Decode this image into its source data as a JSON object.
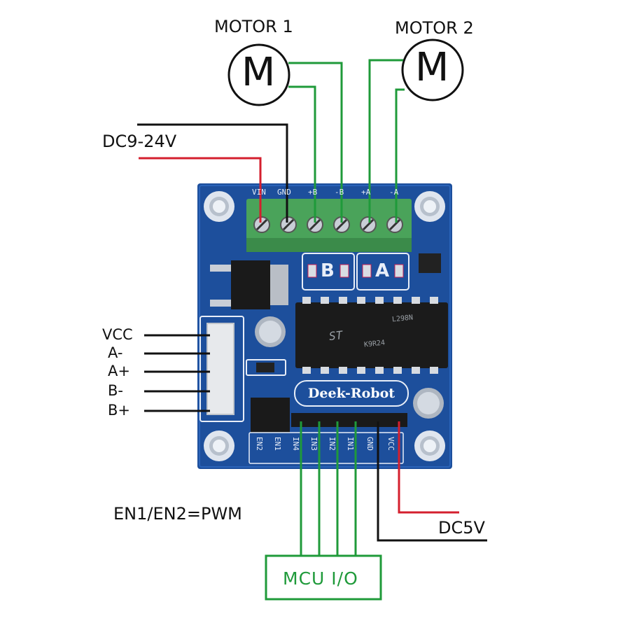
{
  "labels": {
    "motor1": "MOTOR 1",
    "motor2": "MOTOR 2",
    "motor_symbol": "M",
    "dc_in": "DC9-24V",
    "dc_5v": "DC5V",
    "pwm_note": "EN1/EN2=PWM",
    "mcu": "MCU  I/O"
  },
  "stepper_pins": [
    "VCC",
    "A-",
    "A+",
    "B-",
    "B+"
  ],
  "board": {
    "brand": "Deek-Robot",
    "terminal_silk": [
      "VIN",
      "GND",
      "+B",
      "-B",
      "+A",
      "-A"
    ],
    "channel_b": "B",
    "channel_a": "A",
    "header_pins": [
      "EN2",
      "EN1",
      "IN4",
      "IN3",
      "IN2",
      "IN1",
      "GND",
      "VCC"
    ],
    "chip_marking": [
      "L298N",
      "ST",
      "K9R24"
    ]
  },
  "colors": {
    "board": "#1d4f9c",
    "wire_green": "#1f9a3a",
    "wire_red": "#d41f2e",
    "wire_black": "#111111",
    "terminal": "#4aa35a"
  }
}
